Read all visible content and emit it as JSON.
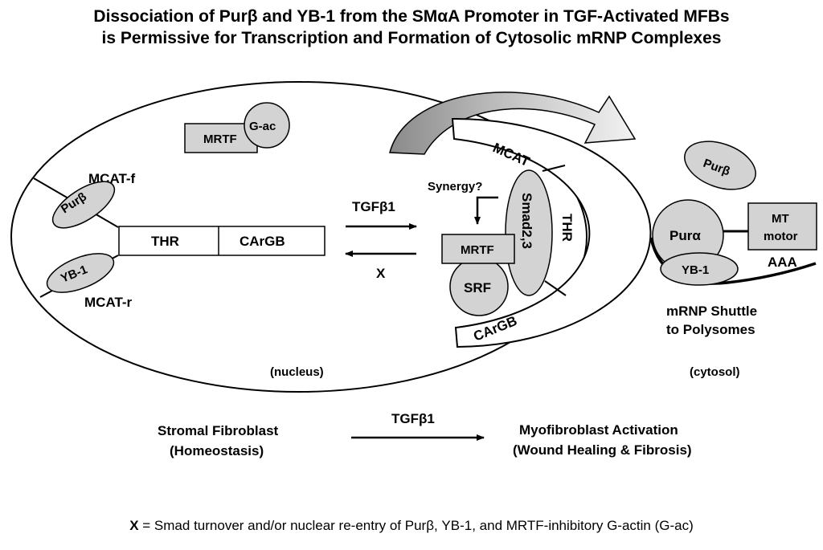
{
  "title": {
    "line1": "Dissociation of Purβ and YB-1 from the SMαA Promoter in TGF-Activated MFBs",
    "line2": "is Permissive for Transcription and Formation of Cytosolic mRNP Complexes"
  },
  "nucleus": {
    "label": "(nucleus)",
    "mrtf": "MRTF",
    "g_ac": "G-ac",
    "mcat_f": "MCAT-f",
    "mcat_r": "MCAT-r",
    "pur_beta": "Purβ",
    "yb1": "YB-1",
    "thr": "THR",
    "cargb": "CArGB",
    "tgf_forward": "TGFβ1",
    "reverse": "X"
  },
  "active_complex": {
    "mcat": "MCAT",
    "thr": "THR",
    "cargb": "CArGB",
    "synergy": "Synergy?",
    "smad": "Smad2,3",
    "mrtf": "MRTF",
    "srf": "SRF"
  },
  "cytosol": {
    "label": "(cytosol)",
    "pur_beta": "Purβ",
    "pur_alpha": "Purα",
    "yb1": "YB-1",
    "mt_line1": "MT",
    "mt_line2": "motor",
    "aaa": "AAA",
    "shuttle_line1": "mRNP Shuttle",
    "shuttle_line2": "to Polysomes"
  },
  "transition": {
    "left_line1": "Stromal Fibroblast",
    "left_line2": "(Homeostasis)",
    "arrow_label": "TGFβ1",
    "right_line1": "Myofibroblast Activation",
    "right_line2": "(Wound Healing & Fibrosis)"
  },
  "footnote": {
    "key": "X",
    "text": " = Smad turnover and/or nuclear re-entry of Purβ, YB-1, and MRTF-inhibitory G-actin (G-ac)"
  },
  "colors": {
    "shape_fill": "#d3d3d3",
    "stroke": "#000000",
    "arrow_gradient_light": "#f2f2f2",
    "arrow_gradient_dark": "#8a8a8a"
  }
}
